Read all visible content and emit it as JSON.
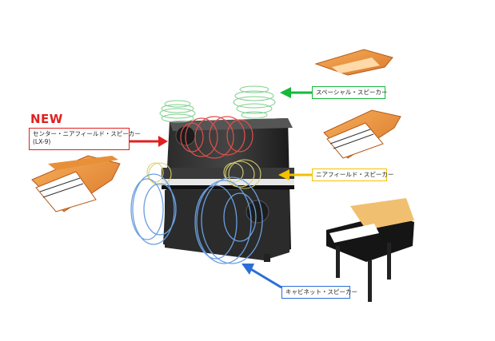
{
  "badge": {
    "text": "NEW"
  },
  "labels": {
    "center_near": {
      "line1": "センター・ニアフィールド・スピーカー",
      "line2": "(LX-9)",
      "color": "#e02020"
    },
    "special": {
      "text": "スペーシャル・スピーカー",
      "color": "#16b83a"
    },
    "near": {
      "text": "ニアフィールド・スピーカー",
      "color": "#f2c200"
    },
    "cabinet": {
      "text": "キャビネット・スピーカー",
      "color": "#2a6fd6"
    }
  }
}
